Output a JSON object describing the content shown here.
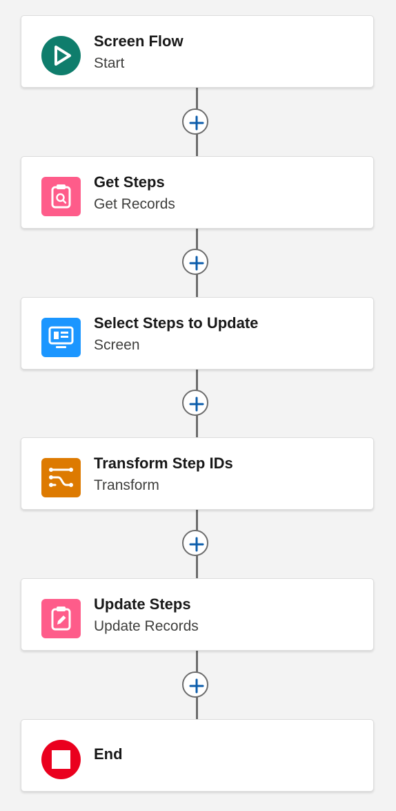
{
  "nodes": [
    {
      "id": "start",
      "title": "Screen Flow",
      "subtitle": "Start",
      "icon": "play-icon",
      "color": "#0f7d6c"
    },
    {
      "id": "get-steps",
      "title": "Get Steps",
      "subtitle": "Get Records",
      "icon": "get-records-icon",
      "color": "#fe5c8a"
    },
    {
      "id": "select-steps",
      "title": "Select Steps to Update",
      "subtitle": "Screen",
      "icon": "screen-icon",
      "color": "#1b96ff"
    },
    {
      "id": "transform",
      "title": "Transform Step IDs",
      "subtitle": "Transform",
      "icon": "transform-icon",
      "color": "#dd7a01"
    },
    {
      "id": "update-steps",
      "title": "Update Steps",
      "subtitle": "Update Records",
      "icon": "update-records-icon",
      "color": "#fe5c8a"
    },
    {
      "id": "end",
      "title": "End",
      "subtitle": "",
      "icon": "stop-icon",
      "color": "#ea001e"
    }
  ],
  "connectors": {
    "add_icon": "plus-icon",
    "line_color": "#6b6b6b",
    "plus_color": "#0b5cab"
  }
}
